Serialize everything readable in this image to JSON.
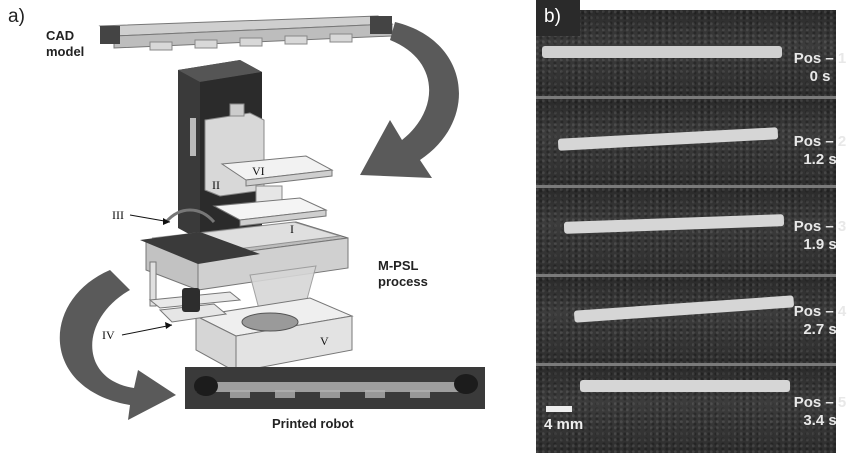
{
  "panel_a": {
    "label": "a)",
    "cad_label_line1": "CAD",
    "cad_label_line2": "model",
    "process_line1": "M-PSL",
    "process_line2": "process",
    "roman": {
      "I": "I",
      "II": "II",
      "III": "III",
      "IV": "IV",
      "V": "V",
      "VI": "VI"
    },
    "printed_label": "Printed robot"
  },
  "panel_b": {
    "label": "b)",
    "scale_label": "4 mm",
    "frames": [
      {
        "pos": "Pos – 1",
        "time": "0 s"
      },
      {
        "pos": "Pos – 2",
        "time": "1.2 s"
      },
      {
        "pos": "Pos – 3",
        "time": "1.9 s"
      },
      {
        "pos": "Pos – 4",
        "time": "2.7 s"
      },
      {
        "pos": "Pos – 5",
        "time": "3.4 s"
      }
    ]
  },
  "colors": {
    "arrow_gray": "#5a5a5a",
    "machine_dark": "#3a3a3a",
    "background_strip": "#333333"
  }
}
